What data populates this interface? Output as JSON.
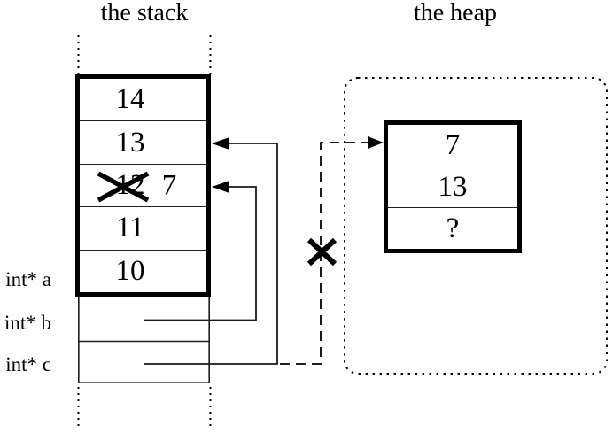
{
  "colors": {
    "ink": "#000000",
    "thin_line": "#1a1a1a",
    "background": "#ffffff"
  },
  "stack": {
    "title": "the stack",
    "cells": [
      {
        "value": "14"
      },
      {
        "value": "13"
      },
      {
        "value": "12",
        "crossed_out": true,
        "replacement": "7"
      },
      {
        "value": "11"
      },
      {
        "value": "10"
      }
    ],
    "pointer_labels": [
      {
        "label": "int* a"
      },
      {
        "label": "int* b"
      },
      {
        "label": "int* c"
      }
    ]
  },
  "heap": {
    "title": "the heap",
    "cells": [
      {
        "value": "7"
      },
      {
        "value": "13"
      },
      {
        "value": "?"
      }
    ]
  },
  "icons": {
    "crossout_x": "✕",
    "dangling_x": "✕"
  }
}
